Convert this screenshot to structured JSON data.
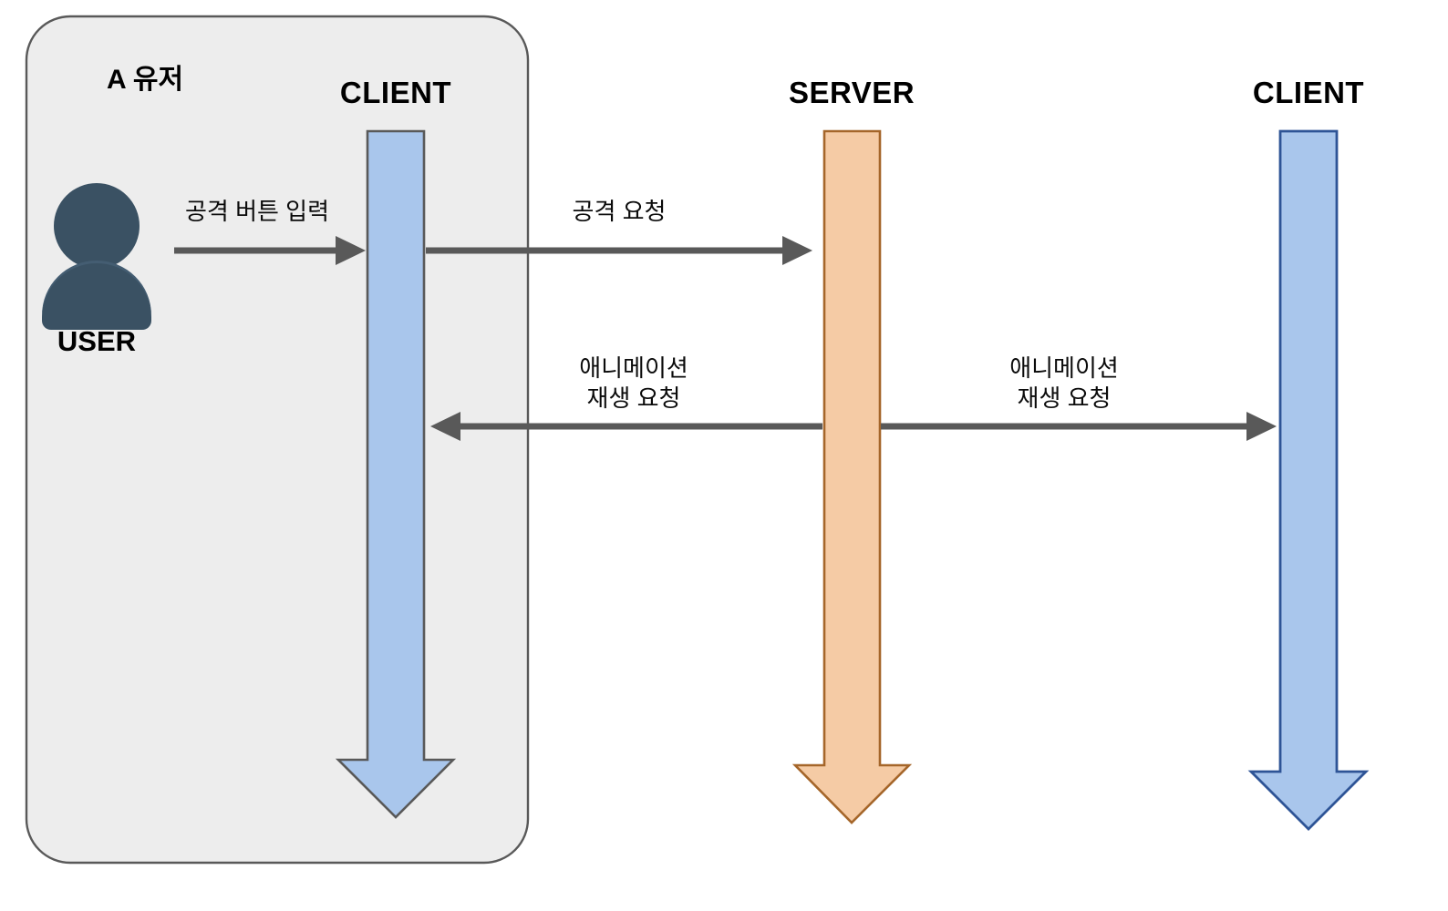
{
  "diagram": {
    "type": "sequence-diagram",
    "background": "#ffffff",
    "group": {
      "title": "A 유저",
      "fill": "#ededed",
      "stroke": "#595959"
    },
    "actors": [
      {
        "id": "user",
        "icon": "user-avatar-icon",
        "name": "USER",
        "color": "#3a5163"
      },
      {
        "id": "client-a",
        "header": "CLIENT",
        "lifeline_fill": "#a9c6ec",
        "lifeline_stroke": "#595959"
      },
      {
        "id": "server",
        "header": "SERVER",
        "lifeline_fill": "#f5cba5",
        "lifeline_stroke": "#a5662a"
      },
      {
        "id": "client-b",
        "header": "CLIENT",
        "lifeline_fill": "#a9c6ec",
        "lifeline_stroke": "#2e5496"
      }
    ],
    "messages": [
      {
        "id": "m1",
        "label": "공격 버튼 입력",
        "from": "user",
        "to": "client-a",
        "direction": "right"
      },
      {
        "id": "m2",
        "label": "공격 요청",
        "from": "client-a",
        "to": "server",
        "direction": "right"
      },
      {
        "id": "m3",
        "label_line1": "애니메이션",
        "label_line2": "재생 요청",
        "from": "server",
        "to": "client-a",
        "direction": "left"
      },
      {
        "id": "m4",
        "label_line1": "애니메이션",
        "label_line2": "재생 요청",
        "from": "server",
        "to": "client-b",
        "direction": "right"
      }
    ],
    "arrow_color": "#595959"
  }
}
